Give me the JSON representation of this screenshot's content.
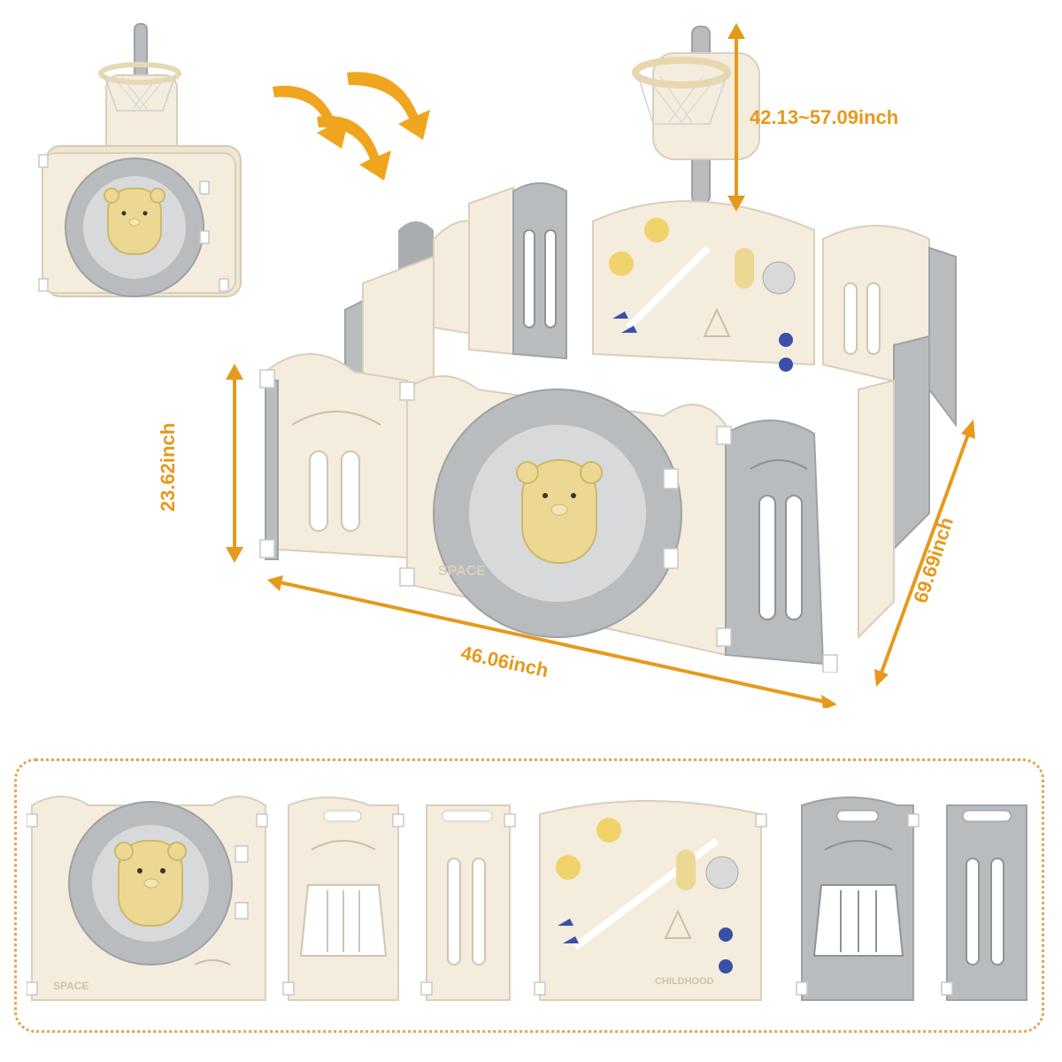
{
  "dimensions": {
    "hoop_height": "42.13~57.09inch",
    "panel_height": "23.62inch",
    "width": "46.06inch",
    "depth": "69.69inch"
  },
  "panel_texts": {
    "space_label": "SPACE",
    "brand_label": "CHILDHOOD"
  },
  "colors": {
    "accent": "#e59a1c",
    "panel_cream": "#f4ecdc",
    "panel_grey": "#b9bcbe",
    "bear_yellow": "#ecd892",
    "dotted_border": "#e0a64a"
  },
  "icons": [
    "folded-playpen-icon",
    "basketball-hoop-icon",
    "curved-arrow-icon",
    "bear-icon",
    "rocket-icon",
    "ufo-icon",
    "sun-icon"
  ]
}
